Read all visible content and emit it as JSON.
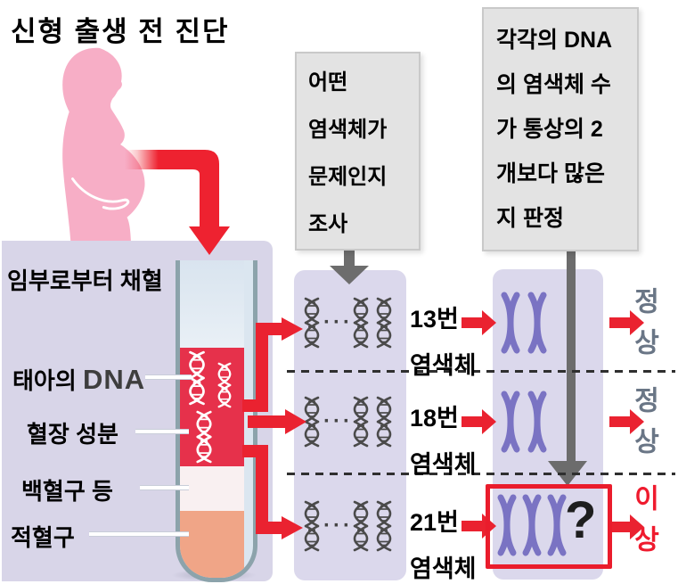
{
  "title": "신형 출생 전 진단",
  "sample": {
    "caption": "임부로부터 채혈",
    "labels": [
      {
        "ko": "태아의",
        "en": "DNA"
      },
      {
        "ko": "혈장 성분"
      },
      {
        "ko": "백혈구 등"
      },
      {
        "ko": "적혈구"
      }
    ]
  },
  "step1": {
    "lines": [
      "어떤",
      "염색체가",
      "문제인지",
      "조사"
    ]
  },
  "step2": {
    "lines": [
      "각각의 DNA",
      "의 염색체 수",
      "가 통상의 2",
      "개보다 많은",
      "지 판정"
    ]
  },
  "dna_dots": "···",
  "rows": [
    {
      "label_line1": "13번",
      "label_line2": "염색체",
      "result": "정상",
      "chromosomes": 2
    },
    {
      "label_line1": "18번",
      "label_line2": "염색체",
      "result": "정상",
      "chromosomes": 2
    },
    {
      "label_line1": "21번",
      "label_line2": "염색체",
      "result": "이상",
      "chromosomes": 3,
      "mark": "?"
    }
  ],
  "colors": {
    "accent_red": "#ea2230",
    "tube_blood_red": "#e6314b",
    "chromosome_purple": "#7a73c3",
    "normal_gray": "#6a7686",
    "abnormal_red": "#ef1b2e",
    "panel_lavender": "#dbd8ec",
    "note_gray": "#e3e3e3",
    "woman_pink": "#f7aec6"
  }
}
